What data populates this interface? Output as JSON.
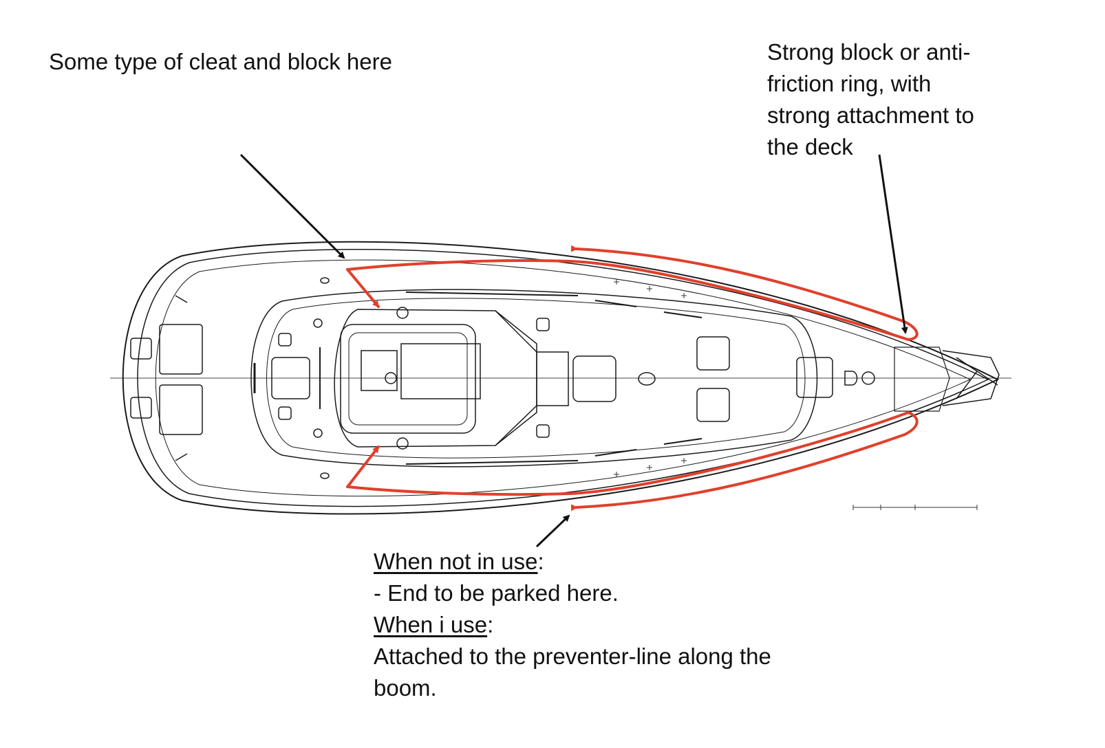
{
  "colors": {
    "line": "#1a1a1a",
    "route": "#e0402c",
    "background": "#ffffff"
  },
  "annotations": {
    "cleat": "Some type of cleat and block here",
    "block": [
      "Strong block or anti-",
      "friction ring, with",
      "strong attachment to",
      "the deck"
    ],
    "parking": {
      "heading1": "When not in use",
      "line1": "- End to be parked here.",
      "heading2": "When i use",
      "line2": "Attached to the preventer-line along the",
      "line3": "boom."
    }
  }
}
